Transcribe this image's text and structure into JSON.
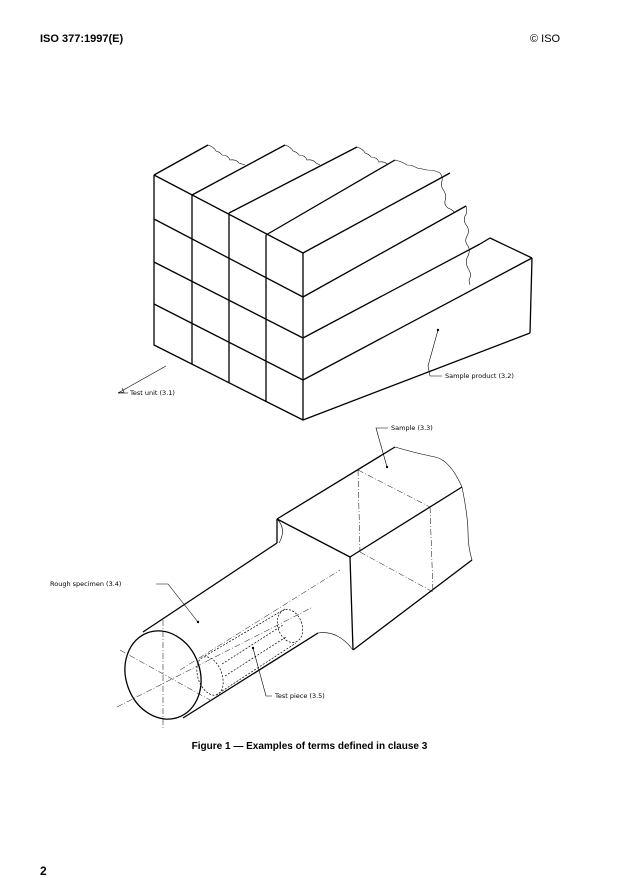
{
  "header": {
    "document_id": "ISO 377:1997(E)",
    "copyright": "© ISO"
  },
  "figure": {
    "labels": {
      "test_unit": "Test unit (3.1)",
      "sample_product": "Sample product (3.2)",
      "sample": "Sample (3.3)",
      "rough_specimen": "Rough specimen (3.4)",
      "test_piece": "Test piece (3.5)"
    },
    "caption": "Figure 1 — Examples of terms defined in clause 3"
  },
  "footer": {
    "page_number": "2"
  }
}
